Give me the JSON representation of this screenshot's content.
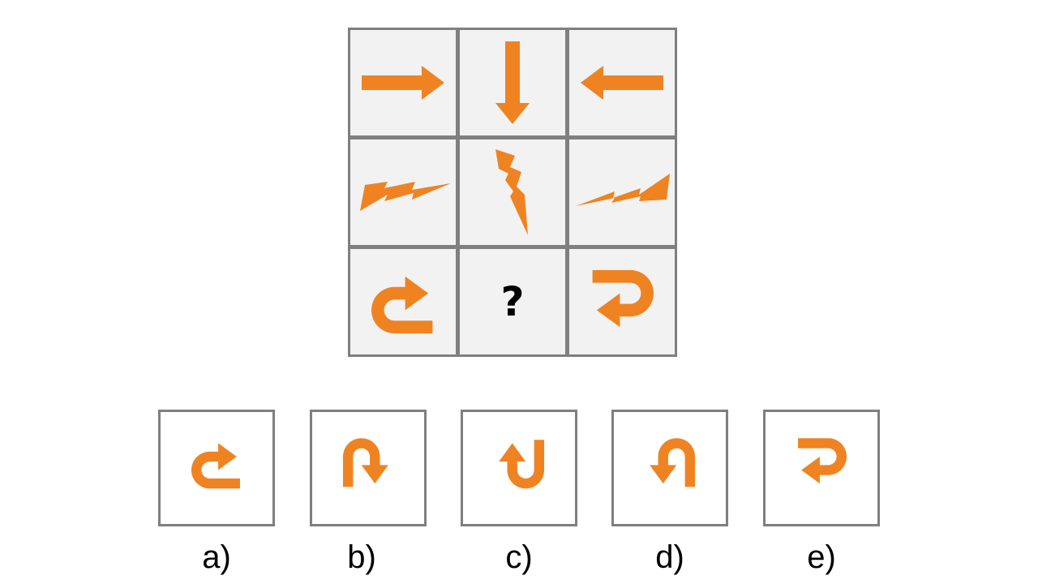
{
  "colors": {
    "shape": "#ef8322",
    "cell_bg": "#f2f2f2",
    "border": "#7f7f7f",
    "text": "#000000"
  },
  "matrix": {
    "rows": [
      [
        "arrow-right-icon",
        "arrow-down-icon",
        "arrow-left-icon"
      ],
      [
        "lightning-left-icon",
        "lightning-down-icon",
        "lightning-right-icon"
      ],
      [
        "u-turn-arrow-icon",
        "question-mark",
        "u-turn-arrow-icon"
      ]
    ],
    "missing_label": "?"
  },
  "options": [
    {
      "label": "a)",
      "icon": "u-turn-arrow-icon"
    },
    {
      "label": "b)",
      "icon": "u-turn-arrow-icon"
    },
    {
      "label": "c)",
      "icon": "u-turn-arrow-icon"
    },
    {
      "label": "d)",
      "icon": "u-turn-arrow-icon"
    },
    {
      "label": "e)",
      "icon": "u-turn-arrow-icon"
    }
  ]
}
